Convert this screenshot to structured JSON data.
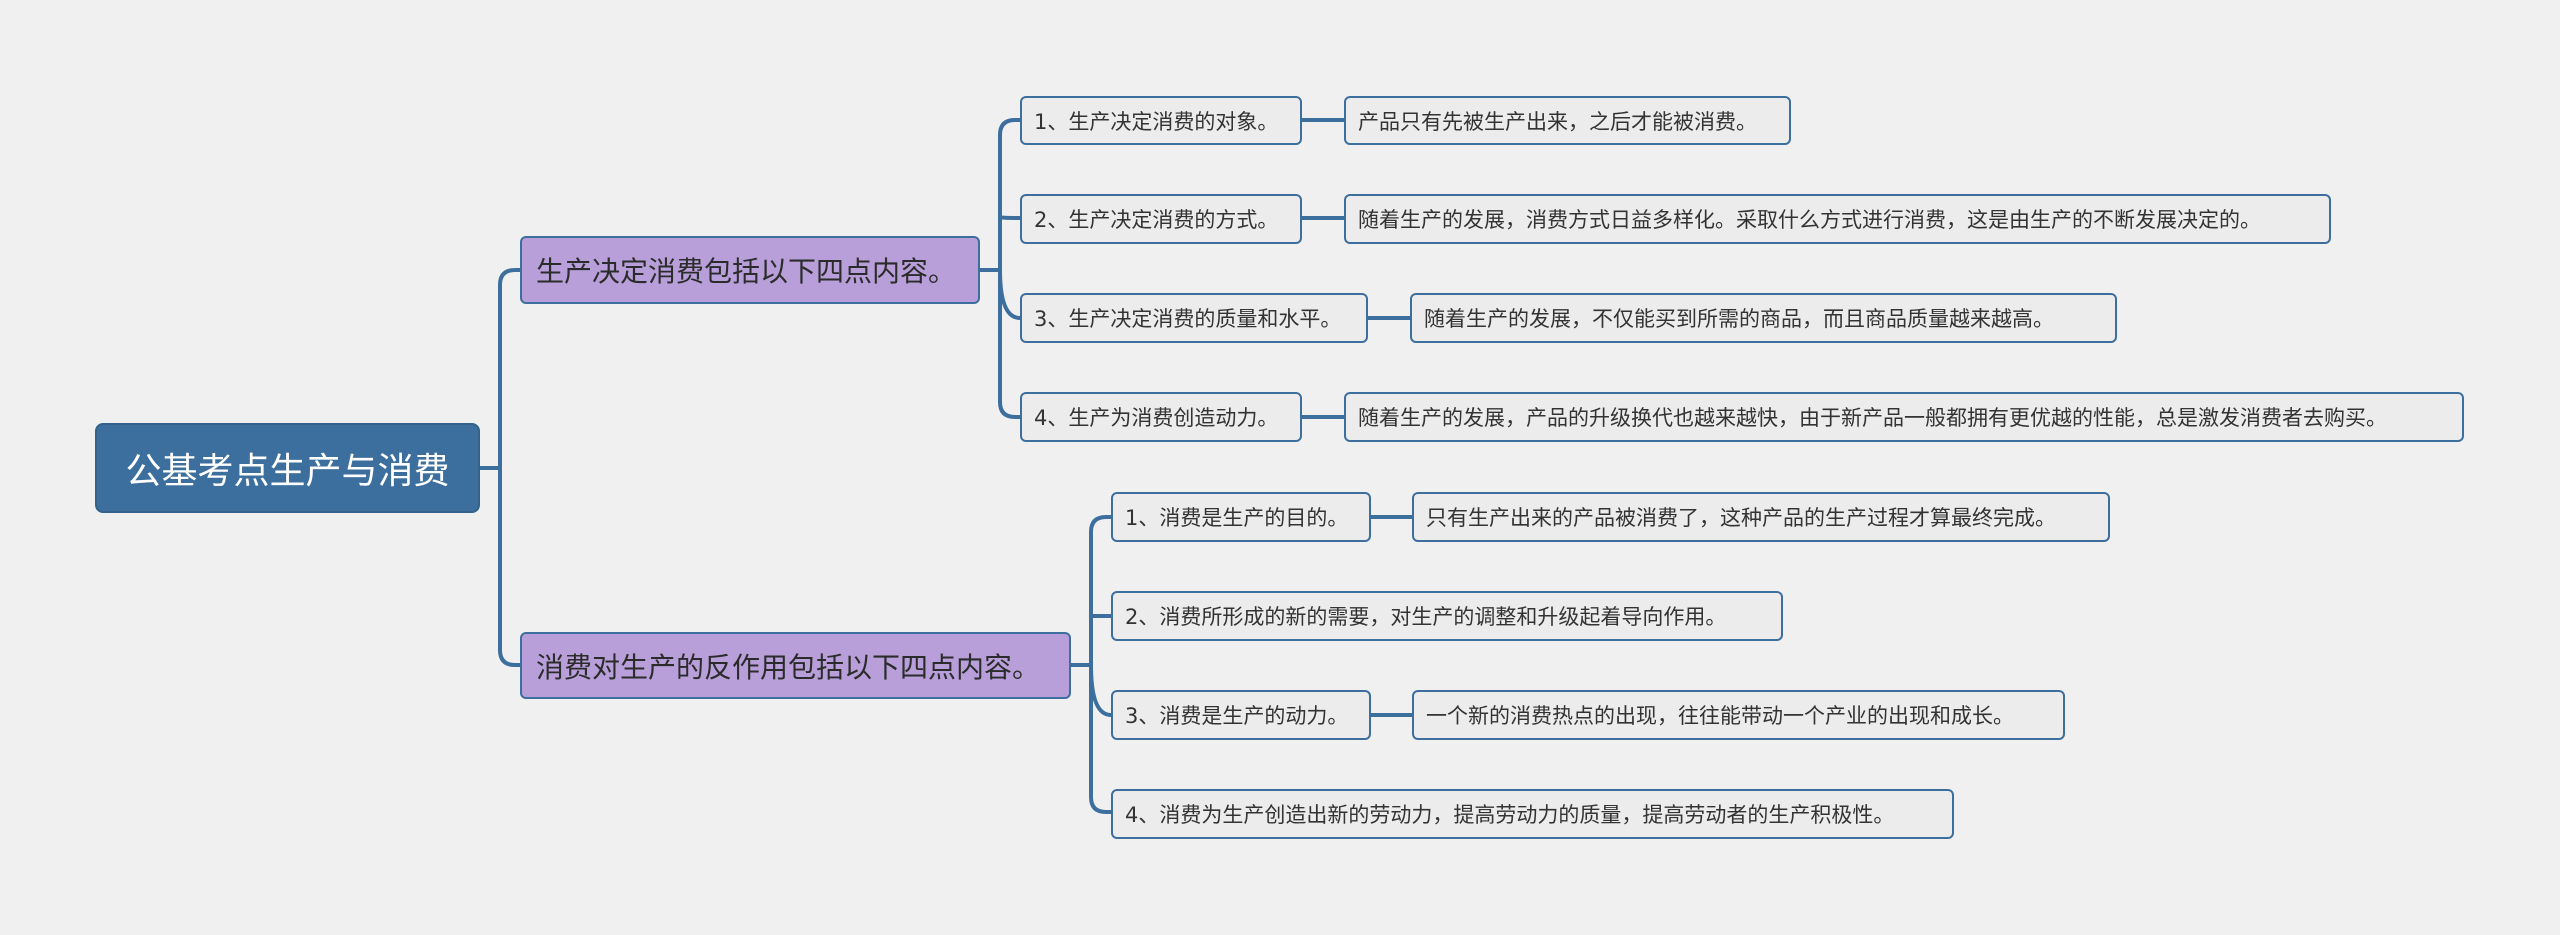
{
  "colors": {
    "background": "#f0f0f0",
    "root_fill": "#3d6f9e",
    "branch_fill": "#b89fd9",
    "leaf_fill": "#ececec",
    "line": "#3d6f9e"
  },
  "root": {
    "label": "公基考点生产与消费"
  },
  "branches": [
    {
      "label": "生产决定消费包括以下四点内容。",
      "children": [
        {
          "label": "1、生产决定消费的对象。",
          "detail": "产品只有先被生产出来，之后才能被消费。"
        },
        {
          "label": "2、生产决定消费的方式。",
          "detail": "随着生产的发展，消费方式日益多样化。采取什么方式进行消费，这是由生产的不断发展决定的。"
        },
        {
          "label": "3、生产决定消费的质量和水平。",
          "detail": "随着生产的发展，不仅能买到所需的商品，而且商品质量越来越高。"
        },
        {
          "label": "4、生产为消费创造动力。",
          "detail": "随着生产的发展，产品的升级换代也越来越快，由于新产品一般都拥有更优越的性能，总是激发消费者去购买。"
        }
      ]
    },
    {
      "label": "消费对生产的反作用包括以下四点内容。",
      "children": [
        {
          "label": "1、消费是生产的目的。",
          "detail": "只有生产出来的产品被消费了，这种产品的生产过程才算最终完成。"
        },
        {
          "label": "2、消费所形成的新的需要，对生产的调整和升级起着导向作用。"
        },
        {
          "label": "3、消费是生产的动力。",
          "detail": "一个新的消费热点的出现，往往能带动一个产业的出现和成长。"
        },
        {
          "label": "4、消费为生产创造出新的劳动力，提高劳动力的质量，提高劳动者的生产积极性。"
        }
      ]
    }
  ]
}
